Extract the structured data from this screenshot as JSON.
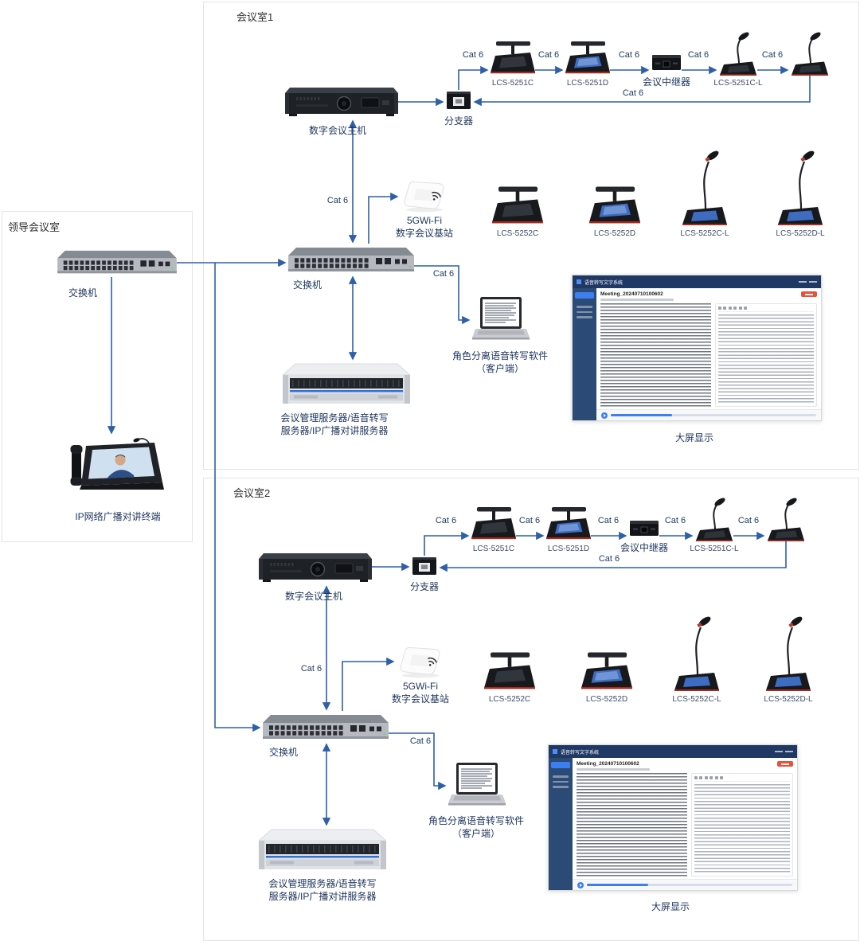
{
  "colors": {
    "line": "#2e5fa8",
    "label": "#21375f",
    "background": "#ffffff"
  },
  "rooms": {
    "room1": {
      "title": "会议室1"
    },
    "room2": {
      "title": "会议室2"
    },
    "leader": {
      "title": "领导会议室"
    }
  },
  "labels": {
    "cat6": "Cat 6",
    "host": "数字会议主机",
    "splitter": "分支器",
    "repeater": "会议中继器",
    "switch": "交换机",
    "ap_line1": "5GWi-Fi",
    "ap_line2": "数字会议基站",
    "client_line1": "角色分离语音转写软件",
    "client_line2": "（客户端）",
    "server_line1": "会议管理服务器/语音转写",
    "server_line2": "服务器/IP广播对讲服务器",
    "bigscreen": "大屏显示",
    "ip_terminal": "IP网络广播对讲终端",
    "lcs5251c": "LCS-5251C",
    "lcs5251d": "LCS-5251D",
    "lcs5251cl": "LCS-5251C-L",
    "lcs5252c": "LCS-5252C",
    "lcs5252d": "LCS-5252D",
    "lcs5252cl": "LCS-5252C-L",
    "lcs5252dl": "LCS-5252D-L"
  },
  "bigscreen_ui": {
    "header_title": "语音转写文字系统",
    "meeting_title": "Meeting_20240710100602"
  }
}
